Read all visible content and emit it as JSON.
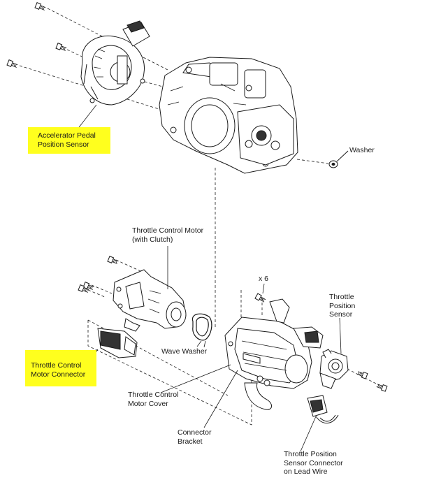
{
  "labels": {
    "accelerator_pedal_position_sensor": "Accelerator Pedal\nPosition Sensor",
    "washer": "Washer",
    "throttle_control_motor": "Throttle Control Motor\n(with Clutch)",
    "count_x6": "x 6",
    "throttle_position_sensor": "Throttle\nPosition\nSensor",
    "wave_washer": "Wave Washer",
    "throttle_control_motor_connector": "Throttle Control\nMotor Connector",
    "throttle_control_motor_cover": "Throttle Control\nMotor Cover",
    "connector_bracket": "Connector\nBracket",
    "throttle_position_sensor_connector": "Throttle Position\nSensor Connector\non Lead Wire"
  },
  "colors": {
    "highlight": "#ffff1e",
    "line": "#1a1a1a"
  }
}
